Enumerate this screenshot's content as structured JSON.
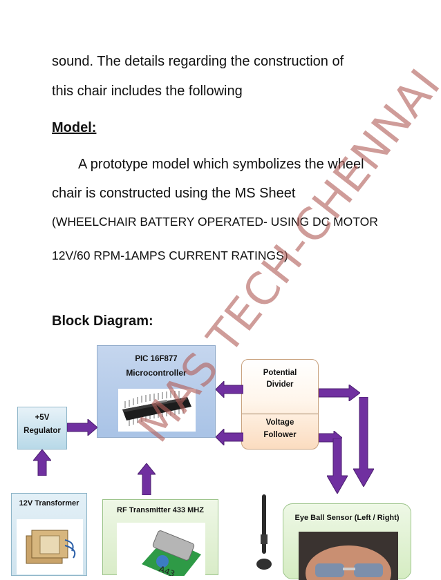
{
  "text": {
    "line1": "sound.  The details regarding the construction of",
    "line2": "this chair includes the following",
    "model_heading": "Model:",
    "line3": "A prototype model which symbolizes the wheel",
    "line4": "chair is constructed using the MS Sheet",
    "line5": "(WHEELCHAIR BATTERY OPERATED- USING DC MOTOR",
    "line6": "12V/60 RPM-1AMPS CURRENT RATINGS)",
    "block_heading": "Block Diagram:"
  },
  "watermark": "MAS TECH-CHENNAI",
  "diagram": {
    "mcu_line1": "PIC 16F877",
    "mcu_line2": "Microcontroller",
    "pd_line1": "Potential",
    "pd_line2": "Divider",
    "vf_line1": "Voltage",
    "vf_line2": "Follower",
    "reg_line1": "+5V",
    "reg_line2": "Regulator",
    "transformer": "12V Transformer",
    "rf": "RF Transmitter 433 MHZ",
    "eye": "Eye Ball Sensor (Left / Right)",
    "chip_text": "A43"
  },
  "colors": {
    "arrow": "#7030a0",
    "watermark": "#b2605a"
  }
}
